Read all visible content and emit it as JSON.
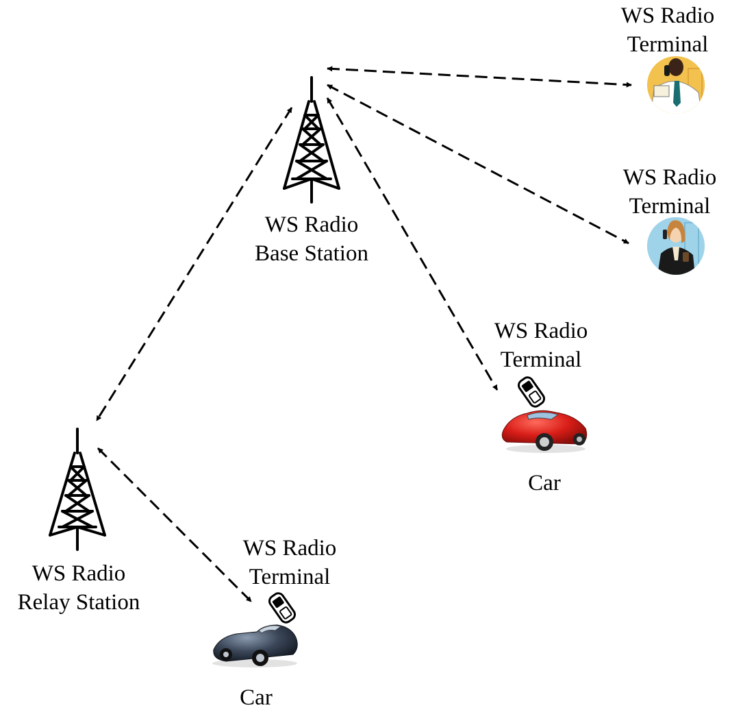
{
  "diagram": {
    "colors": {
      "line": "#000000",
      "car_red": "#d91e18",
      "car_dark": "#3a4658",
      "person1_bg": "#f2c14e",
      "person2_bg": "#9fd3ea"
    },
    "nodes": {
      "base_station": {
        "line1": "WS Radio",
        "line2": "Base Station",
        "icon": "radio-tower-icon"
      },
      "relay_station": {
        "line1": "WS Radio",
        "line2": "Relay Station",
        "icon": "radio-tower-icon"
      },
      "terminal_top": {
        "line1": "WS Radio",
        "line2": "Terminal",
        "icon": "businessman-phone-icon"
      },
      "terminal_mid": {
        "line1": "WS Radio",
        "line2": "Terminal",
        "icon": "businesswoman-phone-icon"
      },
      "terminal_car_red": {
        "line1": "WS Radio",
        "line2": "Terminal",
        "icon": "mobile-phone-icon",
        "vehicle": "Car",
        "vehicle_icon": "red-sports-car-icon"
      },
      "terminal_car_dark": {
        "line1": "WS Radio",
        "line2": "Terminal",
        "icon": "mobile-phone-icon",
        "vehicle": "Car",
        "vehicle_icon": "dark-sports-car-icon"
      }
    },
    "links": [
      {
        "from": "base_station",
        "to": "terminal_top",
        "style": "dashed",
        "arrows": "both"
      },
      {
        "from": "base_station",
        "to": "terminal_mid",
        "style": "dashed",
        "arrows": "both"
      },
      {
        "from": "base_station",
        "to": "terminal_car_red",
        "style": "dashed",
        "arrows": "both"
      },
      {
        "from": "base_station",
        "to": "relay_station",
        "style": "dashed",
        "arrows": "both"
      },
      {
        "from": "relay_station",
        "to": "terminal_car_dark",
        "style": "dashed",
        "arrows": "both"
      }
    ]
  }
}
